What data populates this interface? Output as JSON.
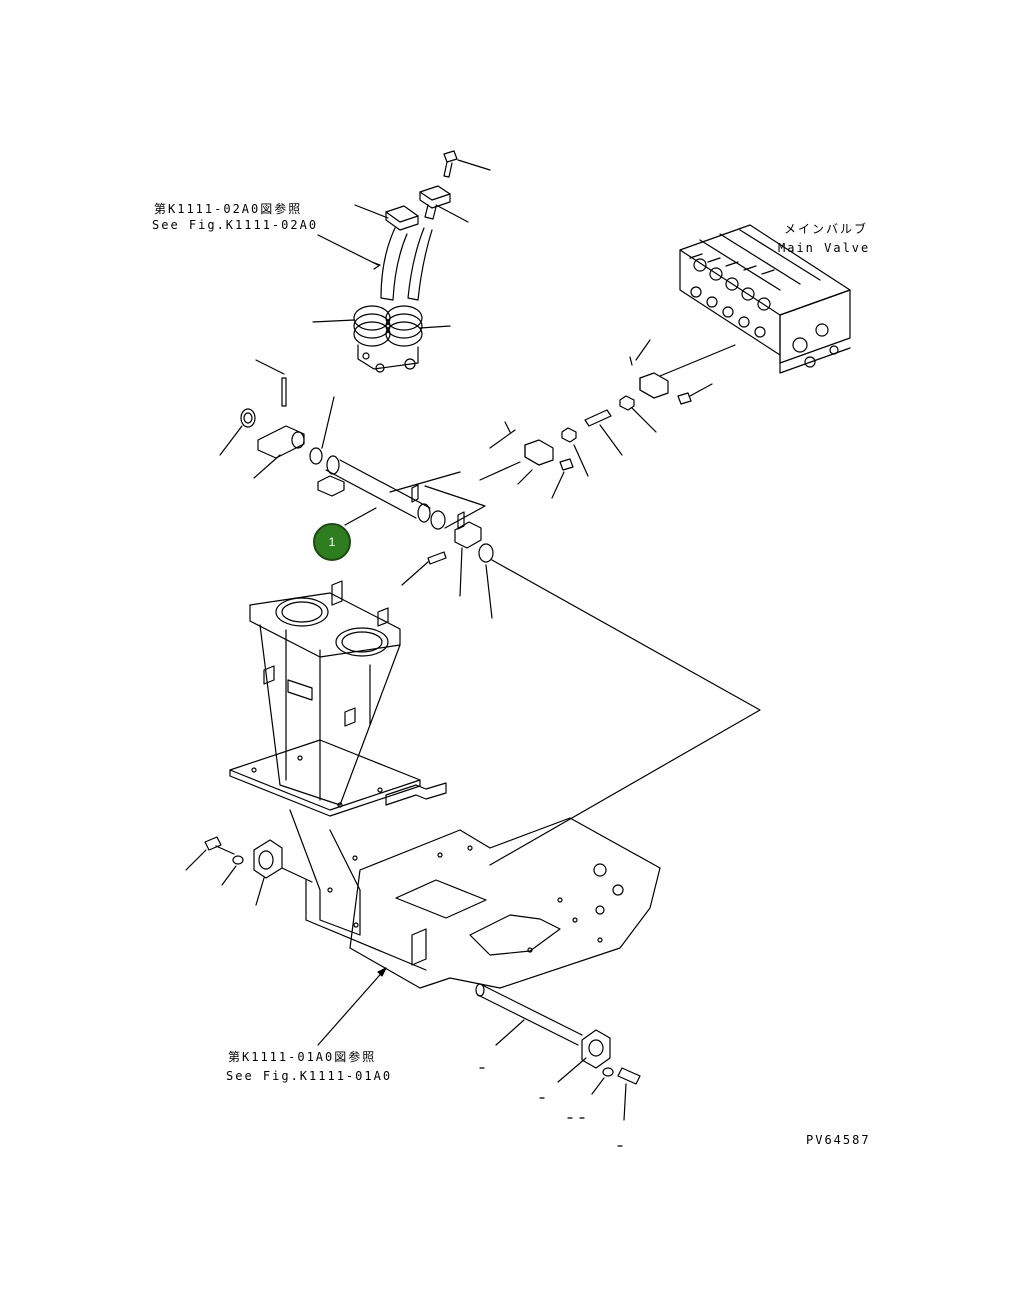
{
  "refs": {
    "lever_ref_jp": "第K1111-02A0図参照",
    "lever_ref_en": "See Fig.K1111-02A0",
    "main_valve_jp": "メインバルブ",
    "main_valve_en": "Main Valve",
    "frame_ref_jp": "第K1111-01A0図参照",
    "frame_ref_en": "See Fig.K1111-01A0"
  },
  "callouts": [
    {
      "id": "1",
      "color": "#2e7d1e"
    }
  ],
  "drawing_number": "PV64587"
}
